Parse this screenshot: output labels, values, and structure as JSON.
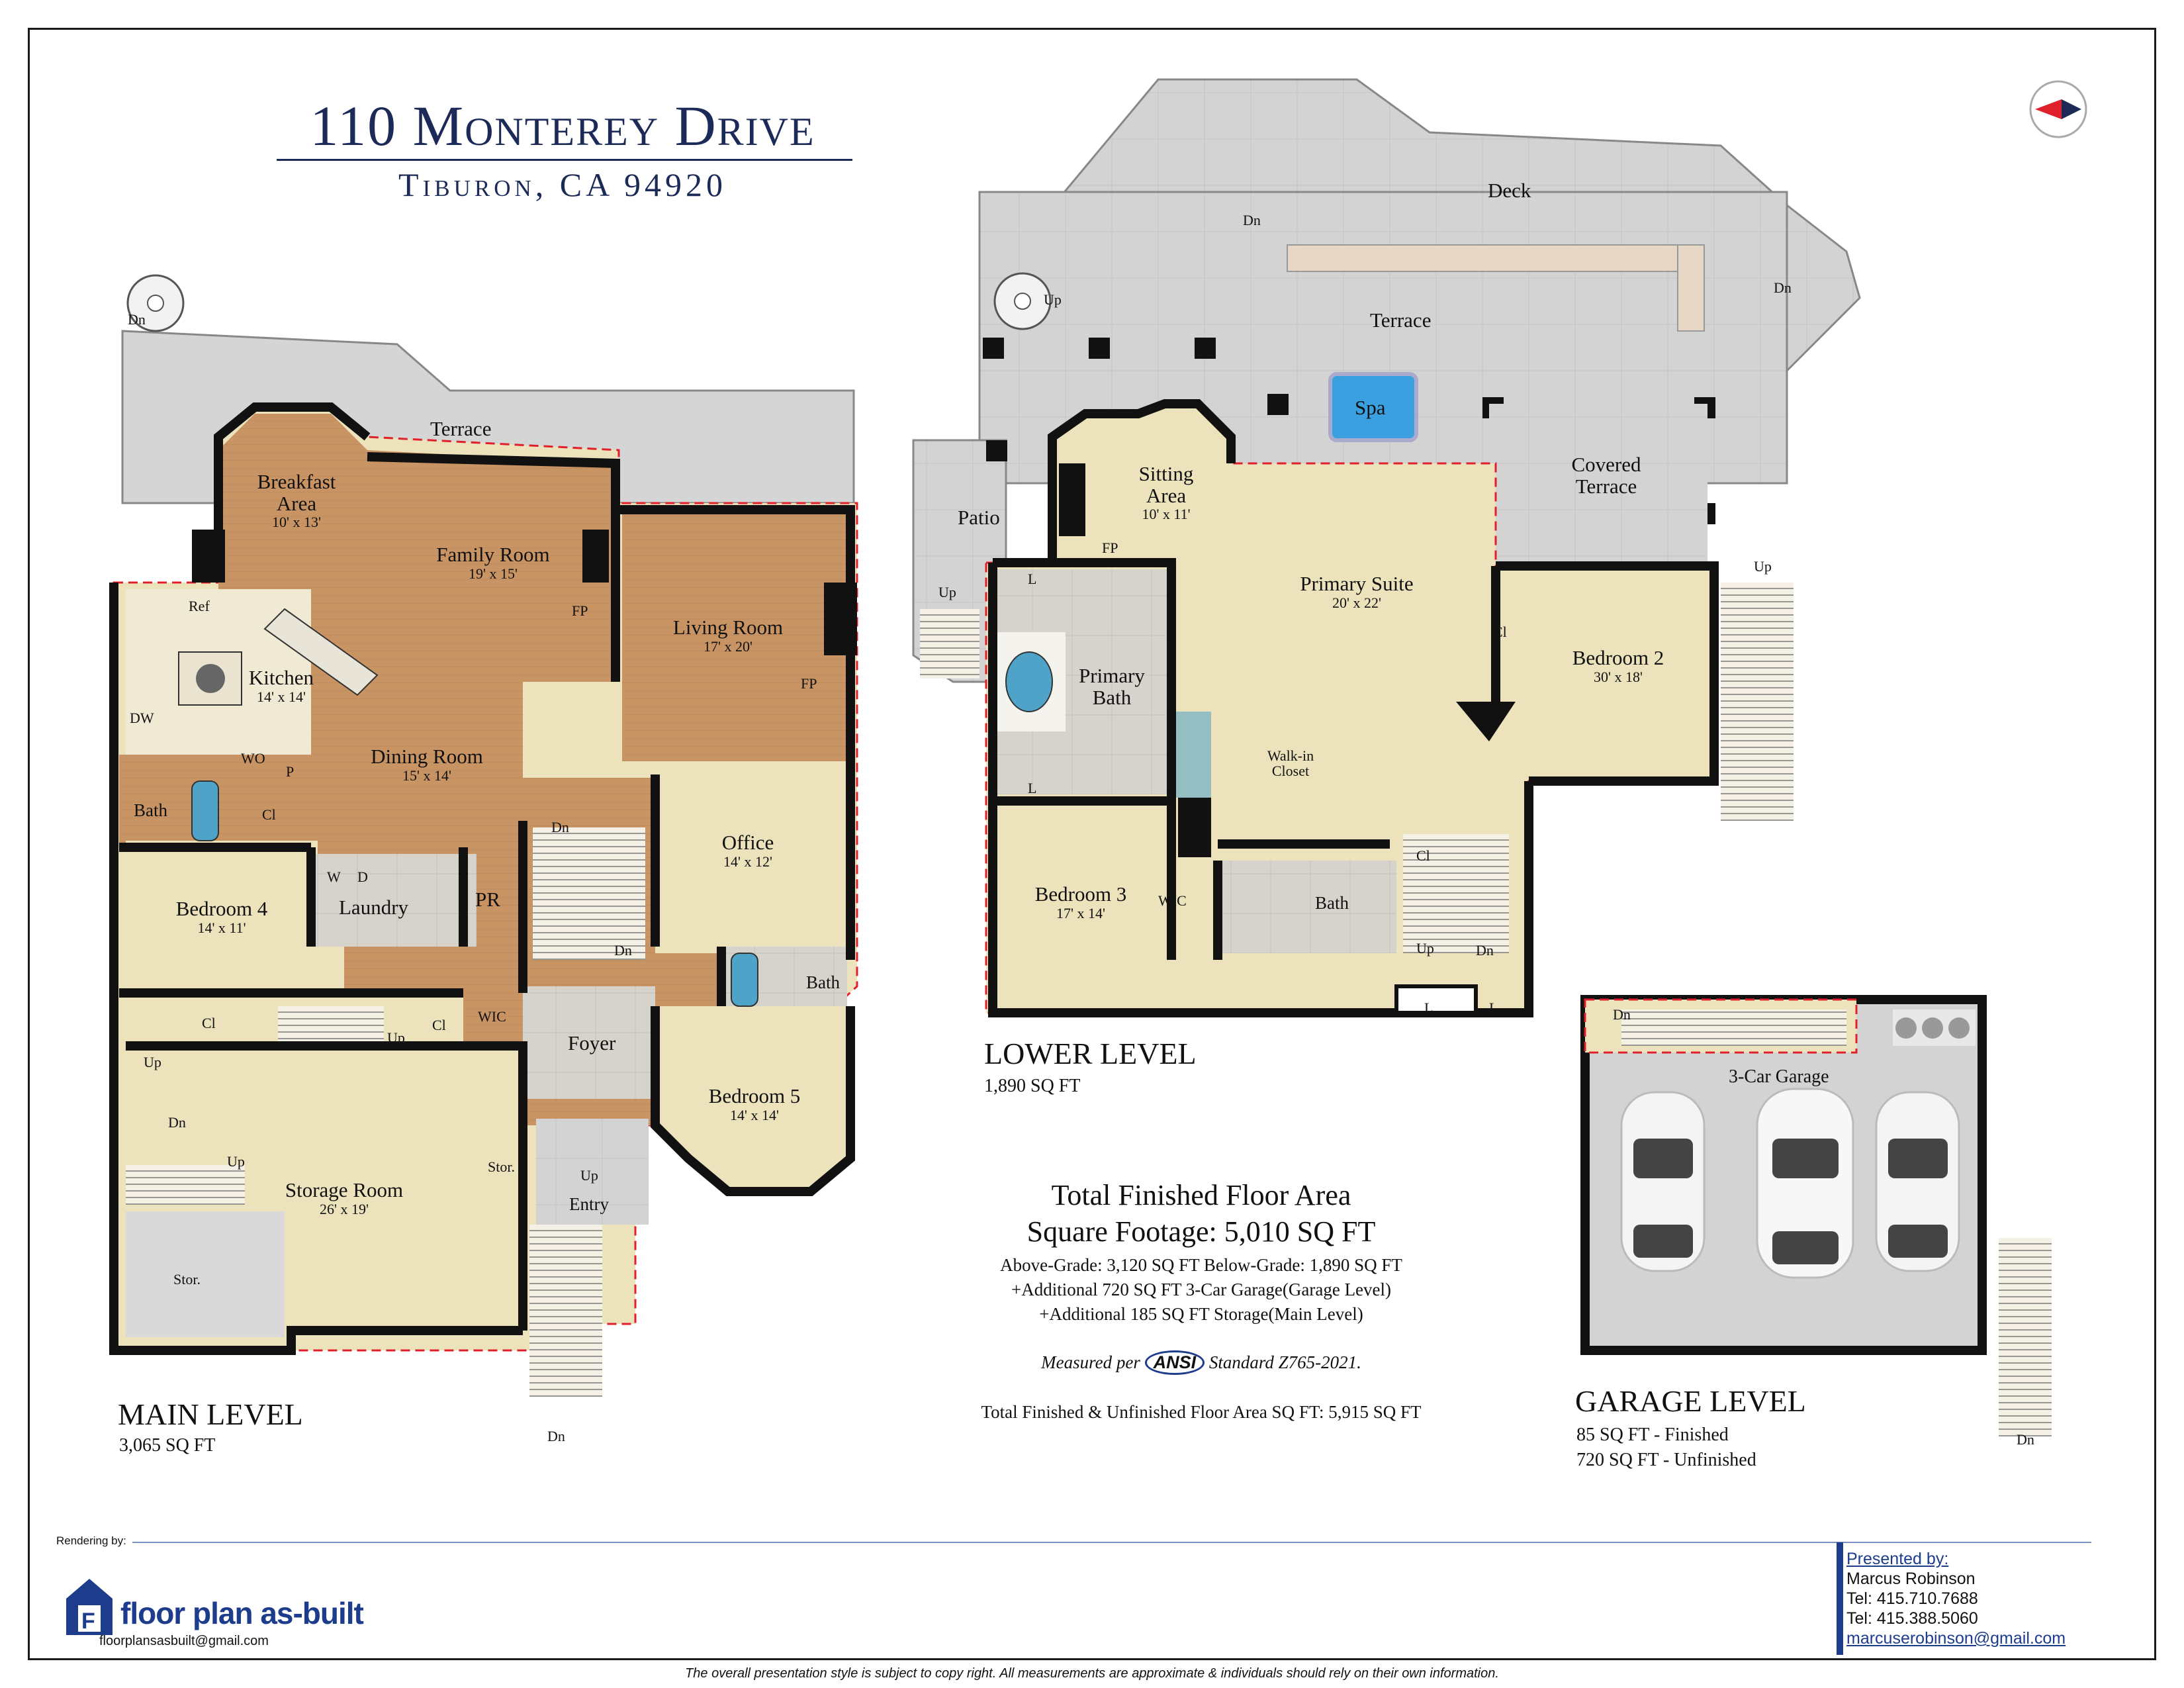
{
  "header": {
    "title": "110 Monterey Drive",
    "subtitle": "Tiburon, CA 94920"
  },
  "levels": {
    "main": {
      "label": "MAIN LEVEL",
      "sqft": "3,065 SQ FT"
    },
    "lower": {
      "label": "LOWER LEVEL",
      "sqft": "1,890 SQ FT"
    },
    "garage": {
      "label": "GARAGE LEVEL",
      "finished": "85 SQ FT - Finished",
      "unfinished": "720 SQ FT - Unfinished"
    }
  },
  "rooms": {
    "terrace_main": {
      "name": "Terrace"
    },
    "breakfast": {
      "name": "Breakfast Area",
      "dim": "10' x 13'"
    },
    "family": {
      "name": "Family Room",
      "dim": "19' x 15'"
    },
    "living": {
      "name": "Living Room",
      "dim": "17' x 20'"
    },
    "kitchen": {
      "name": "Kitchen",
      "dim": "14' x 14'"
    },
    "dining": {
      "name": "Dining Room",
      "dim": "15' x 14'"
    },
    "office": {
      "name": "Office",
      "dim": "14' x 12'"
    },
    "bedroom4": {
      "name": "Bedroom 4",
      "dim": "14' x 11'"
    },
    "laundry": {
      "name": "Laundry"
    },
    "pr": {
      "name": "PR"
    },
    "bath_main1": {
      "name": "Bath"
    },
    "bath_main2": {
      "name": "Bath"
    },
    "foyer": {
      "name": "Foyer"
    },
    "bedroom5": {
      "name": "Bedroom 5",
      "dim": "14' x 14'"
    },
    "storage": {
      "name": "Storage Room",
      "dim": "26' x 19'"
    },
    "entry": {
      "name": "Entry"
    },
    "deck": {
      "name": "Deck"
    },
    "terrace_lower": {
      "name": "Terrace"
    },
    "spa": {
      "name": "Spa"
    },
    "patio": {
      "name": "Patio"
    },
    "sitting": {
      "name": "Sitting Area",
      "dim": "10' x 11'"
    },
    "covered_terrace": {
      "name": "Covered Terrace"
    },
    "primary_suite": {
      "name": "Primary Suite",
      "dim": "20' x 22'"
    },
    "primary_bath": {
      "name": "Primary Bath"
    },
    "bedroom2": {
      "name": "Bedroom 2",
      "dim": "30' x 18'"
    },
    "walkin": {
      "name": "Walk-in Closet"
    },
    "bedroom3": {
      "name": "Bedroom 3",
      "dim": "17' x 14'"
    },
    "bath_lower": {
      "name": "Bath"
    },
    "garage": {
      "name": "3-Car Garage"
    }
  },
  "fixtures": {
    "ref": "Ref",
    "dw": "DW",
    "wo": "WO",
    "p": "P",
    "fp": "FP",
    "cl": "Cl",
    "wic": "WIC",
    "w": "W",
    "d": "D",
    "l": "L",
    "up": "Up",
    "dn": "Dn",
    "stor": "Stor."
  },
  "totals": {
    "heading": "Total Finished Floor Area",
    "square_footage": "Square Footage: 5,010 SQ FT",
    "grade": "Above-Grade: 3,120 SQ FT   Below-Grade: 1,890 SQ FT",
    "garage_add": "+Additional 720 SQ FT 3-Car Garage(Garage Level)",
    "storage_add": "+Additional 185 SQ FT  Storage(Main Level)",
    "measured_prefix": "Measured per",
    "ansi": "ANSI",
    "measured_suffix": "Standard Z765-2021.",
    "total_all": "Total Finished & Unfinished Floor Area SQ FT: 5,915 SQ FT"
  },
  "branding": {
    "rendering_by": "Rendering by:",
    "logo_text": "floor plan as-built",
    "email": "floorplansasbuilt@gmail.com"
  },
  "presented": {
    "heading": "Presented by:",
    "name": "Marcus Robinson",
    "tel1": "Tel: 415.710.7688",
    "tel2": "Tel: 415.388.5060",
    "email": "marcuserobinson@gmail.com"
  },
  "disclaimer": "The overall presentation style is subject to copy right. All measurements are approximate & individuals should rely on their own information.",
  "colors": {
    "wood": "#c99464",
    "carpet": "#ece2bc",
    "tile": "#d9d5cf",
    "outdoor": "#d0d0d0",
    "wall": "#111111",
    "navy": "#1c2a57",
    "red_dash": "#e0202a",
    "spa": "#3aa0e0"
  }
}
